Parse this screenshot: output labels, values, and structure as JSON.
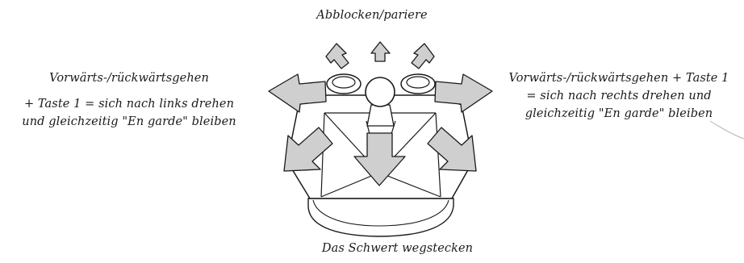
{
  "labels": {
    "top": "Abblocken/pariere",
    "bottom": "Das Schwert wegstecken",
    "left": {
      "line1": "Vorwärts-/rückwärtsgehen",
      "line2": "+ Taste 1 = sich nach links drehen",
      "line3": "und gleichzeitig \"En garde\" bleiben"
    },
    "right": {
      "line1": "Vorwärts-/rückwärtsgehen + Taste 1",
      "line2": "= sich nach rechts drehen und",
      "line3": "gleichzeitig \"En garde\" bleiben"
    }
  },
  "colors": {
    "arrow_fill": "#cfcfcf",
    "stroke": "#1a1a1a",
    "background": "#ffffff"
  }
}
